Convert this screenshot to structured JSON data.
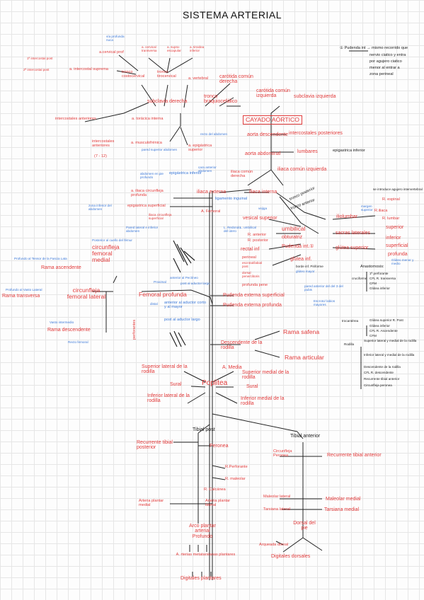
{
  "title": "SISTEMA ARTERIAL",
  "note": {
    "lines": [
      "① Pudenda int → mismo recorrido que",
      "nervio ciatico y entra",
      "por agujero ciatico",
      "menor al entrar a",
      "zona perineal"
    ]
  },
  "aorta": {
    "cayado": "CAYADO AÓRTICO",
    "tronco_braquio": "tronco braquiocefálico",
    "carotida_comun_der": "carótida común derecha",
    "carotida_comun_izq": "carótida común izquierda",
    "subclavia_der": "subclavia derecha",
    "subclavia_izq": "subclavia izquierda",
    "aorta_desc": "aorta descendente",
    "intercostales_post": "intercostales posteriores",
    "aorta_abd": "aorta abdominal",
    "lumbares": "lumbares",
    "epigastrica_inf": "epigastrica inferior",
    "iliaca_comun_izq": "iliaca común izquierda",
    "iliaca_comun_der": "iliaca común derecha"
  },
  "subclavia": {
    "tronco_costocervical": "tronco costocervical",
    "tronco_tirocervical": "tronco tirocervical",
    "vertebral": "a. vertebral",
    "intercostal_suprema": "a. intercostal suprema",
    "cervical_prof": "a.cervical prof",
    "via_profunda": "vía profunda nuca",
    "cervical_transversa": "a. cervical transversa",
    "supraescapular": "a. supra-escapular",
    "tiroidea_inf": "a. tiroidea inferior",
    "primer_intercostal": "1ª intercostal post",
    "segundo_intercostal": "2ª intercostal post",
    "intercostales_ant": "intercostales anteriores",
    "toracica_interna": "a. torácica interna",
    "musculofrenica": "a. musculofrénica",
    "intercostales_ant2": "intercostales anteriores",
    "intercostales_rango": "(7 - 12)",
    "pared_sup_abd": "pared superior abdomen",
    "epigastrica_sup": "a. epigástrica superior",
    "recto_abd": "recto del abdomen",
    "abdomen_inf": "abdomen en pie profundo",
    "epigastrica_inf": "epigástrica inferior",
    "cara_anterior": "cara anterior abdomen"
  },
  "pelvis": {
    "iliaca_externa": "iliaca externa",
    "iliaca_interna": "iliaca interna",
    "tronco_posterior": "tronco posterior",
    "tronco_anterior": "tronco anterior",
    "circunfleja_iliaca_prof": "a. iliaca circunfleja profunda",
    "ligamento_inguinal": "ligamento inguinal",
    "epigastrica_sup": "epigástrica superficial",
    "circunfleja_iliaca_sup": "iliaca circunfleja superficial",
    "zona_inferior": "zona inferior del abdomen",
    "pared_lateral": "Pared lateral e inferior abdomen",
    "femoral": "A. Femoral",
    "vesical_sup": "vesical superior",
    "vejiga": "vejiga",
    "umbilical": "umbilical",
    "l_umbilical": "L. umbilical",
    "r_anterior": "R. anterior",
    "r_posterior": "R. posterior",
    "obturatriz": "obturatriz",
    "pudenda_int": "Pudenda int.①",
    "ligamento_redondo": "L. Redondo del útero",
    "rectal_inf": "rectal inf",
    "perineal": "perineal",
    "escrotal": "escrotal/labial post",
    "dorsal_pene": "dorsal pene/clitoris",
    "profunda_pene": "profunda pene",
    "glutea_inf": "glútea inf.",
    "borde_inf_piriforme": "borde inf. Piriforme",
    "gluteo_mayor": "glúteo mayor",
    "iliolumbar": "iliolumbar",
    "sacras_laterales": "sacras laterales",
    "glutea_superior": "glútea superior",
    "r_espinal": "R. espinal",
    "r_iliaca": "R.iliaca",
    "r_lumbar": "R. lumbar",
    "superior": "superior",
    "inferior": "inferior",
    "superficial": "superficial",
    "profunda": "profunda",
    "gluteo_menor": "Glúteo menor y medio",
    "se_introduce": "se introduce agujero intervertebral",
    "margen_sup": "margen superior"
  },
  "muslo": {
    "circunfleja_femoral_medial": "circunfleja femoral medial",
    "circunfleja_femoral_lateral": "circunfleja femoral lateral",
    "rama_ascendente": "Rama ascendente",
    "rama_transversa": "Rama transversa",
    "rama_descendente": "Rama descendente",
    "profundo_tensor": "Profundo al Tensor de la Fascia Lata",
    "profundo_vasto": "Profundo al Vasto Lateral",
    "vasto_intermedio": "Vasto intermedio",
    "recto_femoral": "Recto femoral",
    "posterior_cuello": "Posterior al cuello del fémur",
    "femoral_profunda": "Femoral profunda",
    "perforantes": "perforantes",
    "proximal": "Proximal",
    "anterior_pectineo": "anterior al Pectíneo",
    "post_add_largo": "post al aductor largo",
    "distal": "distal",
    "anterior_add": "anterior al aductor corto y al mayor",
    "post_add_largo2": "post al aductor largo",
    "pudenda_ext_sup": "Pudenda externa superficial",
    "pudenda_ext_prof": "Pudenda externa profunda",
    "escroto": "Escroto/ labios mayores",
    "pared_ant": "pared anterior del del 3 del pubis",
    "descendente_rodilla": "Descendente de la rodilla",
    "rama_safena": "Rama safena",
    "rama_articular": "Rama articular"
  },
  "anastomosis": {
    "title": "Anastomosis:",
    "crucifome": "cruciforme",
    "cruz_items": [
      "1ª perforante",
      "CFL R. transversa",
      "CFM",
      "Glútea inferior"
    ],
    "trocanterea": "trocantérea",
    "troc_items": [
      "Glútea superior R. Post",
      "Glútea inferior",
      "CFL R. Ascendente",
      "CFM"
    ],
    "rodilla": "Rodilla",
    "rod_items": [
      "Superior lateral y medial de la rodilla",
      "Inferior lateral y medial de la rodilla",
      "Descendente de la rodilla",
      "CFL R. descendente",
      "Recurrente tibial anterior",
      "Circunfleja peronea"
    ]
  },
  "rodilla": {
    "sup_lat": "Superior lateral de la rodilla",
    "a_media": "A. Media",
    "sup_med": "Superior medial de la rodilla",
    "sural": "Sural",
    "sural2": "Sural",
    "poplitea": "Poplitea",
    "inf_lat": "Inferior lateral de la rodilla",
    "inf_med": "Inferior medial de la rodilla"
  },
  "pierna": {
    "tibial_post": "Tibial post",
    "tibial_ant": "Tibial anterior",
    "recurrente_tib_post": "Recurrente tibial posterior",
    "peronea": "Peronea",
    "r_perforante": "R.Perforante",
    "r_maleolar": "R. maleolar",
    "r_calcanea": "R. Calcánea",
    "circunfleja_peronea": "Circunfleja Peronea",
    "recurrente_tib_ant": "Recurrente tibial anterior",
    "maleolar_lat": "Maleolar lateral",
    "maleolar_med": "Maleolar medial",
    "tarsiana_lat": "Tarsiana lateral",
    "tarsiana_med": "Tarsiana medial",
    "dorsal_pie": "Dorsal del pie",
    "arteria_plantar_medial": "Arteria plantar medial",
    "arteria_plantar_lateral": "Arteria plantar lateral",
    "arqueada_dorsal": "Arqueada dorsal",
    "arco_plantar": "Arco plantar arterial Profundo",
    "metatarsianas": "A. rterias metatarsianas plantares",
    "digitales_plantares": "Digitales plantares",
    "digitales_dorsales": "Digitales dorsales"
  }
}
